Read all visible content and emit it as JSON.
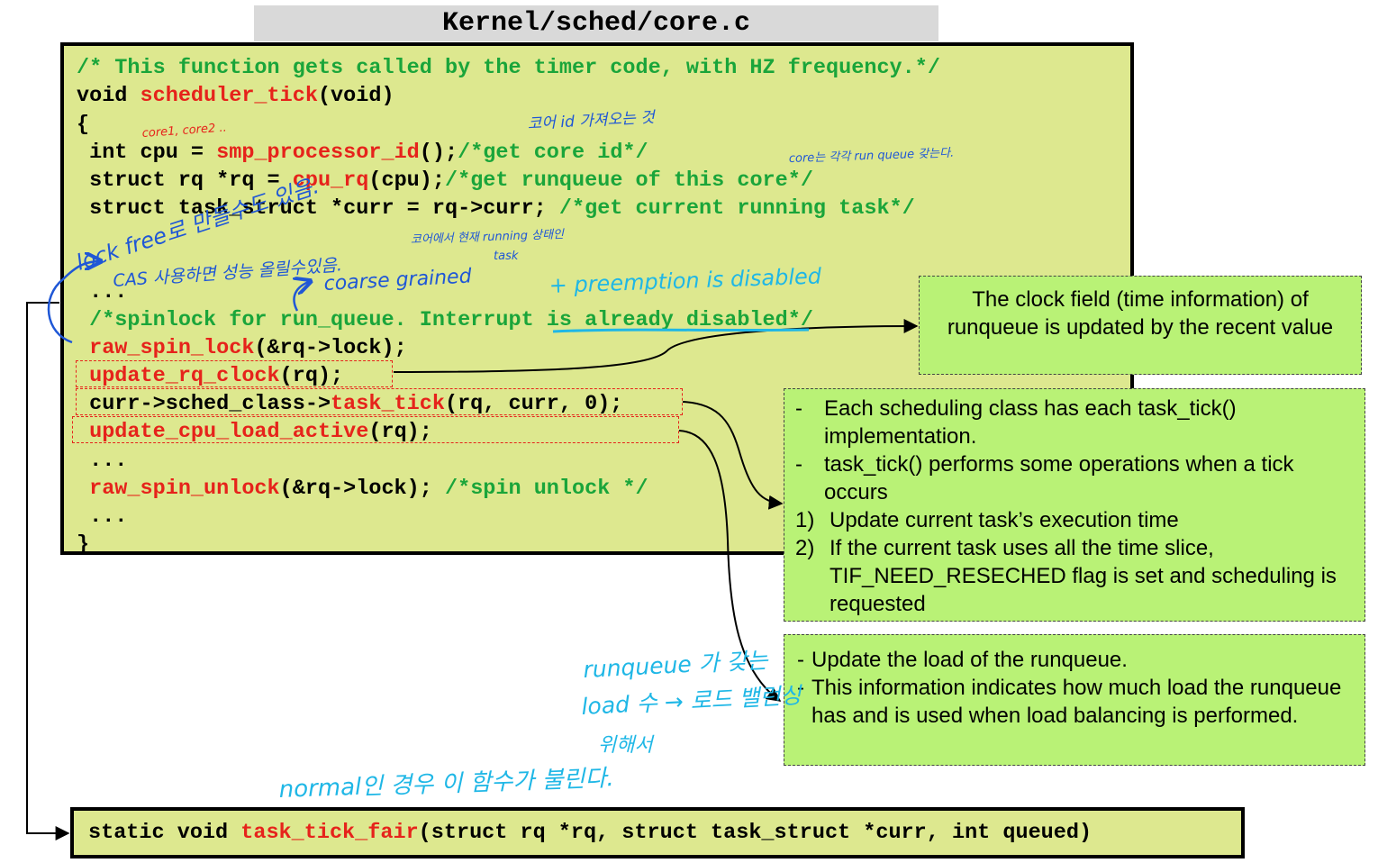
{
  "title": "Kernel/sched/core.c",
  "code": {
    "l1": {
      "cm": "/* This function gets called by the timer code, with HZ frequency.*/"
    },
    "l2": {
      "a": "void ",
      "fn": "scheduler_tick",
      "b": "(void)"
    },
    "l3": {
      "a": "{"
    },
    "l4": {
      "a": " int cpu = ",
      "fn": "smp_processor_id",
      "b": "();",
      "cm": "/*get core id*/"
    },
    "l5": {
      "a": " struct rq *rq = ",
      "fn": "cpu_rq",
      "b": "(cpu);",
      "cm": "/*get runqueue of this core*/"
    },
    "l6": {
      "a": " struct task_struct *curr = rq->curr; ",
      "cm": "/*get current running task*/"
    },
    "l7": {
      "a": " ..."
    },
    "l8": {
      "cm": " /*spinlock for run_queue. Interrupt is already disabled*/"
    },
    "l9": {
      "fn": " raw_spin_lock",
      "b": "(&rq->lock);"
    },
    "l10": {
      "fn": " update_rq_clock",
      "b": "(rq);"
    },
    "l11": {
      "a": " curr->sched_class->",
      "fn": "task_tick",
      "b": "(rq, curr, 0);"
    },
    "l12": {
      "fn": " update_cpu_load_active",
      "b": "(rq);"
    },
    "l13": {
      "a": " ..."
    },
    "l14": {
      "fn": " raw_spin_unlock",
      "b": "(&rq->lock); ",
      "cm": "/*spin unlock */"
    },
    "l15": {
      "a": " ..."
    },
    "l16": {
      "a": "}"
    }
  },
  "notes": {
    "clock": "The clock field (time information) of runqueue is updated by the recent value",
    "task_tick": {
      "items": [
        {
          "mk": "-",
          "text": "Each scheduling class has each task_tick() implementation."
        },
        {
          "mk": "-",
          "text": "task_tick() performs some operations when a tick occurs"
        },
        {
          "mk": "1)",
          "text": "Update current task’s execution time"
        },
        {
          "mk": "2)",
          "text": "If the current task uses all the time slice, TIF_NEED_RESECHED flag is set and scheduling is requested"
        }
      ]
    },
    "load": {
      "items": [
        {
          "mk": "-",
          "text": "Update the load of the runqueue."
        },
        {
          "mk": "-",
          "text": "This information indicates how much load the runqueue has and is used when load balancing is performed."
        }
      ]
    }
  },
  "bottom": {
    "a": "static void ",
    "fn": "task_tick_fair",
    "b": "(struct rq *rq, struct task_struct *curr, int queued)"
  },
  "handwriting": {
    "core_list": "core1, core2 ..",
    "core_id_note": "코어 id 가져오는 것",
    "core_runqueue": "core는 각각 run queue 갖는다.",
    "lock_free": "lock free로 만들수도 있음.",
    "cas": "CAS 사용하면 성능 올릴수있음.",
    "coarse": "coarse grained",
    "running_task1": "코어에서 현재 running 상태인",
    "running_task2": "task",
    "preemption": "+ preemption is disabled",
    "rq_load1": "runqueue 가 갖는",
    "rq_load2": "load 수 → 로드 밸런싱",
    "rq_load3": "위해서",
    "normal": "normal인 경우 이 함수가 불린다."
  },
  "colors": {
    "code_bg": "#dde88f",
    "note_bg": "#b9f276",
    "comment": "#1aa53a",
    "function": "#e6231b",
    "handwriting_blue": "#1f57d6",
    "handwriting_cyan": "#1fb7e6"
  }
}
